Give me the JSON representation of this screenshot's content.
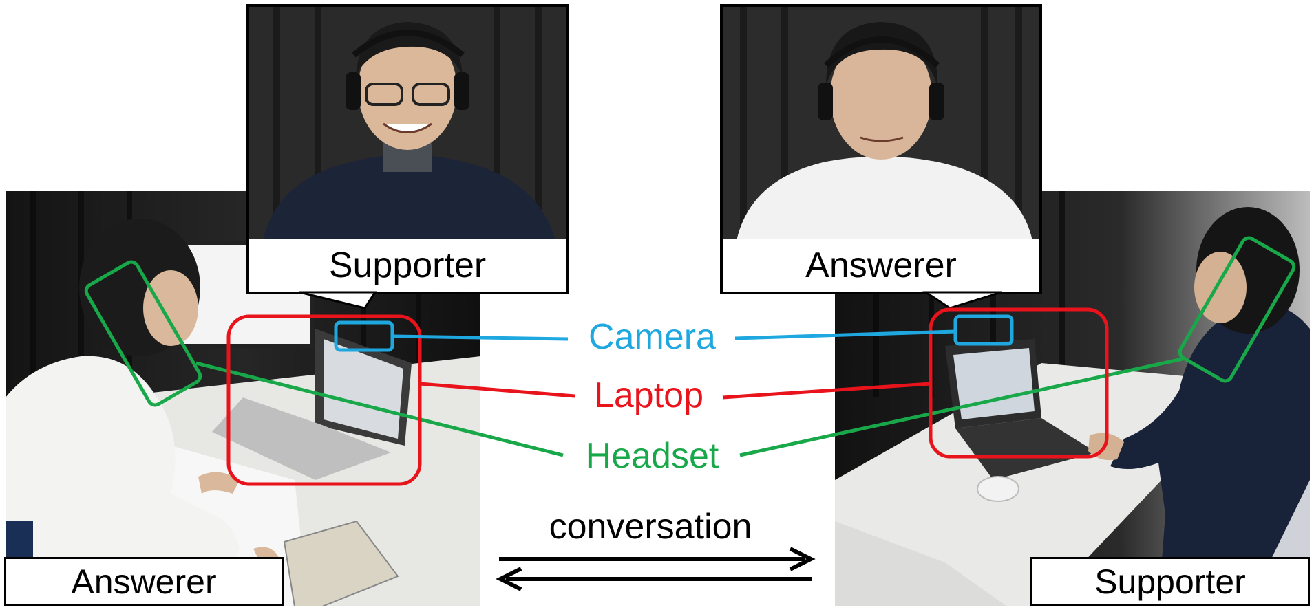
{
  "labels": {
    "left_photo": "Answerer",
    "right_photo": "Supporter",
    "left_inset": "Supporter",
    "right_inset": "Answerer",
    "camera": "Camera",
    "laptop": "Laptop",
    "headset": "Headset",
    "conversation": "conversation"
  },
  "colors": {
    "camera": "#1fa8e0",
    "laptop": "#e8131b",
    "headset": "#18a84a",
    "black": "#000000"
  }
}
